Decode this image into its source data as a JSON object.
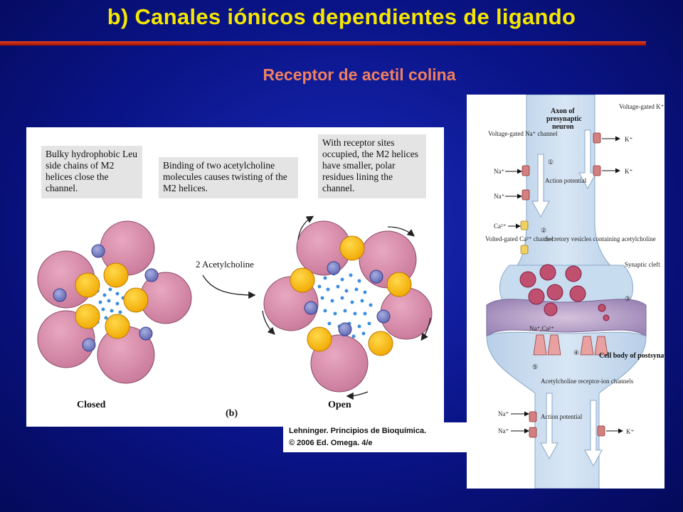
{
  "slide": {
    "title": "b) Canales iónicos dependientes de ligando",
    "subtitle": "Receptor de acetil colina"
  },
  "left_figure": {
    "caption_1": "Bulky hydrophobic Leu side chains of M2 helices close the channel.",
    "caption_2": "Binding of two acetylcholine molecules causes twisting of the M2 helices.",
    "caption_3": "With receptor sites occupied, the M2 helices have smaller, polar residues lining the channel.",
    "arrow_label": "2 Acetylcholine",
    "closed_label": "Closed",
    "panel_label": "(b)",
    "open_label": "Open"
  },
  "credit": {
    "line_1": "Lehninger. Principios de Bioquímica.",
    "line_2": "© 2006 Ed. Omega. 4/e"
  },
  "right_figure": {
    "axon_label": "Axon of presynaptic neuron",
    "vg_na_channel": "Voltage-gated Na⁺ channel",
    "vg_k_channel": "Voltage-gated K⁺ channel",
    "step_1": "①",
    "action_potential_top": "Action potential",
    "step_2": "②",
    "vesicles_label": "Secretory vesicles containing acetylcholine",
    "vg_ca_channel": "Volted-gated Ca²⁺ channel",
    "synaptic_cleft": "Synaptic cleft",
    "step_3": "③",
    "ion_label": "Na⁺,Ca²⁺",
    "step_4": "④",
    "cell_body_label": "Cell body of postsynaptic neuron",
    "step_5": "⑤",
    "receptor_label": "Acetylcholine receptor-ion channels",
    "action_potential_bottom": "Action potential",
    "na_ion": "Na⁺",
    "k_ion": "K⁺",
    "ca_ion": "Ca²⁺"
  },
  "colors": {
    "title": "#f5e600",
    "subtitle": "#f08060",
    "helix_pink": "#d98aa8",
    "helix_yellow": "#f5b800",
    "residue_blue": "#7d85c8",
    "water_dot": "#3d8ee0"
  }
}
